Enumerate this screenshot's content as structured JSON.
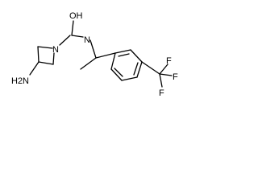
{
  "molecule": {
    "atoms": {
      "hydroxyl": "OH",
      "amide_nitrogen": "N",
      "ring_nitrogen": "N",
      "amine": "H2N",
      "fluorine_top": "F",
      "fluorine_right": "F",
      "fluorine_bottom": "F"
    }
  }
}
